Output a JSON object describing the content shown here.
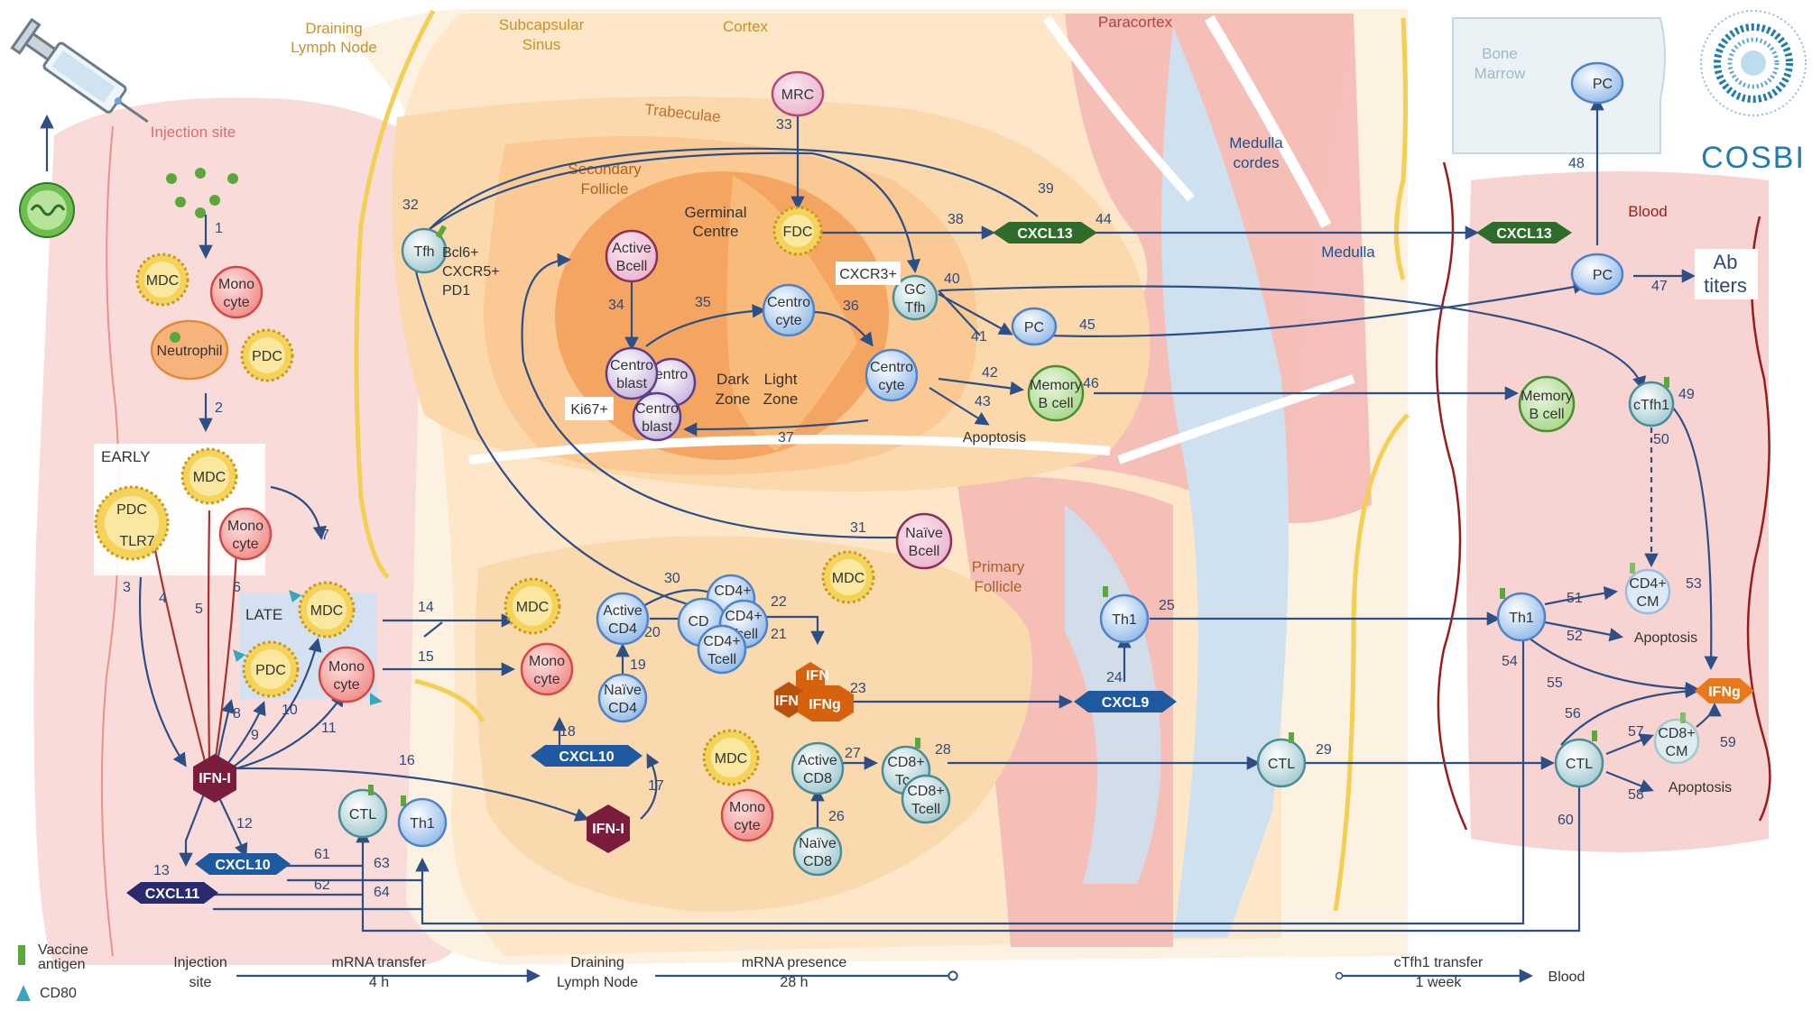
{
  "regions": {
    "injection_site": "Injection site",
    "draining_lymph_node": [
      "Draining",
      "Lymph Node"
    ],
    "subcapsular_sinus": [
      "Subcapsular",
      "Sinus"
    ],
    "cortex": "Cortex",
    "paracortex": "Paracortex",
    "trabeculae": "Trabeculae",
    "secondary_follicle": [
      "Secondary",
      "Follicle"
    ],
    "germinal_centre": [
      "Germinal",
      "Centre"
    ],
    "dark_zone": [
      "Dark",
      "Zone"
    ],
    "light_zone": [
      "Light",
      "Zone"
    ],
    "medulla_cordes": [
      "Medulla",
      "cordes"
    ],
    "medulla": "Medulla",
    "primary_follicle": [
      "Primary",
      "Follicle"
    ],
    "bone_marrow": [
      "Bone",
      "Marrow"
    ],
    "blood": "Blood",
    "early": "EARLY",
    "late": "LATE"
  },
  "cells": {
    "mdc": "MDC",
    "monocyte": [
      "Mono",
      "cyte"
    ],
    "neutrophil": "Neutrophil",
    "pdc": "PDC",
    "tlr7": "TLR7",
    "tfh": "Tfh",
    "tfh_markers": [
      "Bcl6+",
      "CXCR5+",
      "PD1"
    ],
    "mrc": "MRC",
    "fdc": "FDC",
    "active_bcell": [
      "Active",
      "Bcell"
    ],
    "centroblast": [
      "Centro",
      "blast"
    ],
    "centroblast_partial": [
      "entro"
    ],
    "centrocyte": [
      "Centro",
      "cyte"
    ],
    "ki67": "Ki67+",
    "gc_tfh": [
      "GC",
      "Tfh"
    ],
    "cxcr3": "CXCR3+",
    "pc": "PC",
    "memory_bcell": [
      "Memory",
      "B cell"
    ],
    "apoptosis": "Apoptosis",
    "naive_bcell": [
      "Naïve",
      "Bcell"
    ],
    "active_cd4": [
      "Active",
      "CD4"
    ],
    "naive_cd4": [
      "Naïve",
      "CD4"
    ],
    "cd4_tcell": [
      "CD4+",
      "Tcell"
    ],
    "cd4_partial_a": "CD4+",
    "cd4_partial_b": "CD",
    "ifng": "IFNg",
    "ifn_partial": "IFN",
    "th1": "Th1",
    "ctl": "CTL",
    "active_cd8": [
      "Active",
      "CD8"
    ],
    "naive_cd8": [
      "Naïve",
      "CD8"
    ],
    "cd8_tcell": [
      "CD8+",
      "Tcell"
    ],
    "cd8_partial": [
      "CD8+",
      "Tc"
    ],
    "ctfh1": "cTfh1",
    "cd4_cm": [
      "CD4+",
      "CM"
    ],
    "cd8_cm": [
      "CD8+",
      "CM"
    ],
    "ab_titers": [
      "Ab",
      "titers"
    ],
    "ifn_i": "IFN-I"
  },
  "chemokines": {
    "cxcl13": "CXCL13",
    "cxcl10": "CXCL10",
    "cxcl11": "CXCL11",
    "cxcl9": "CXCL9"
  },
  "edge_numbers": [
    "1",
    "2",
    "3",
    "4",
    "5",
    "6",
    "7",
    "8",
    "9",
    "10",
    "11",
    "12",
    "13",
    "14",
    "15",
    "16",
    "17",
    "18",
    "19",
    "20",
    "21",
    "22",
    "23",
    "24",
    "25",
    "26",
    "27",
    "28",
    "29",
    "30",
    "31",
    "32",
    "33",
    "34",
    "35",
    "36",
    "37",
    "38",
    "39",
    "40",
    "41",
    "42",
    "43",
    "44",
    "45",
    "46",
    "47",
    "48",
    "49",
    "50",
    "51",
    "52",
    "53",
    "54",
    "55",
    "56",
    "57",
    "58",
    "59",
    "60",
    "61",
    "62",
    "63",
    "64"
  ],
  "legend": {
    "vaccine_antigen": [
      "Vaccine",
      "antigen"
    ],
    "cd80": "CD80"
  },
  "timeline": {
    "injection_site": [
      "Injection",
      "site"
    ],
    "mrna_transfer": [
      "mRNA transfer",
      "4 h"
    ],
    "draining_lymph_node": [
      "Draining",
      "Lymph Node"
    ],
    "mrna_presence": [
      "mRNA presence",
      "28 h"
    ],
    "ctfh1_transfer": [
      "cTfh1 transfer",
      "1 week"
    ],
    "blood": "Blood"
  },
  "logo": {
    "text": "COSBI",
    "ring_text": "THE MICROSOFT RESEARCH-UNIVERSITY OF TRENTO CENTRE FOR COMPUTATIONAL AND SYSTEMS BIOLOGY"
  },
  "colors": {
    "injection_bg": "#f9dcd9",
    "lymph_bg": "#fde7c8",
    "follicle_bg": "#fbc993",
    "germinal": "#f4a561",
    "paracortex": "#f3b6b4",
    "medulla": "#cfe0ef",
    "blood_bg": "#f7d3d2",
    "edge": "#2d4f86",
    "ifn_hex": "#7a1d3d",
    "cxcl_green": "#2f6b2a",
    "cxcl_blue": "#1f5aa0",
    "cxcl_navy": "#2a2a6e",
    "cosbi": "#1f7bb5"
  }
}
